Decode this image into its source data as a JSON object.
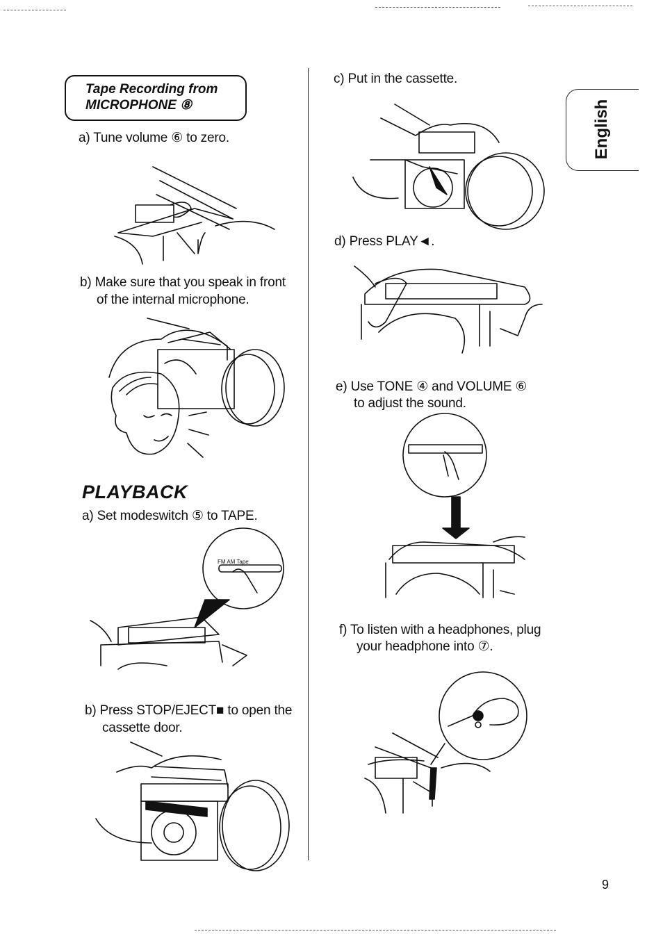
{
  "page_number": "9",
  "language_tab": "English",
  "left_column": {
    "section_title_line1": "Tape Recording from",
    "section_title_line2": "MICROPHONE ⑧",
    "step_a": "a) Tune volume ⑥ to zero.",
    "step_b_line1": "b) Make sure that you speak in front",
    "step_b_line2": "of the internal microphone.",
    "playback_heading": "PLAYBACK",
    "playback_a": "a) Set modeswitch ⑤ to TAPE.",
    "modeswitch_labels": "FM AM Tape",
    "playback_b_line1": "b) Press STOP/EJECT■ to open the",
    "playback_b_line2": "cassette door."
  },
  "right_column": {
    "step_c": "c) Put in the cassette.",
    "step_d": "d) Press PLAY◄.",
    "step_e_line1": "e) Use TONE ④ and VOLUME ⑥",
    "step_e_line2": "to adjust the sound.",
    "step_f_line1": "f) To listen with a headphones, plug",
    "step_f_line2": "your headphone into ⑦."
  }
}
